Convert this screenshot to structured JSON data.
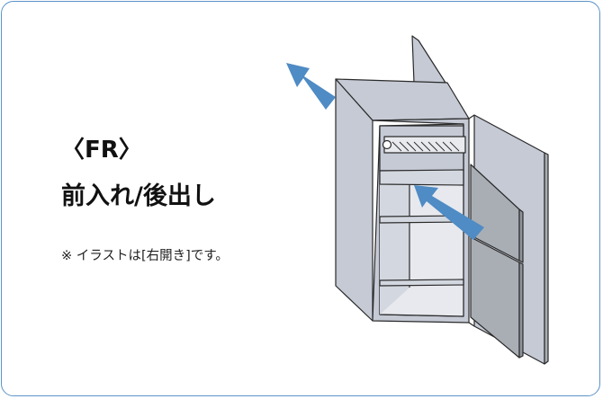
{
  "card": {
    "heading": "〈FR〉",
    "subtitle": "前入れ/後出し",
    "note": "※ イラストは[右開き]です。"
  },
  "colors": {
    "border": "#5b93c7",
    "cabinet": "#c5cad5",
    "door_panel": "#a9aeb5",
    "arrow": "#4f8bc4",
    "outline": "#2a2a2a"
  },
  "icons": [
    "in-arrow-icon",
    "out-arrow-icon",
    "cabinet-illustration"
  ]
}
